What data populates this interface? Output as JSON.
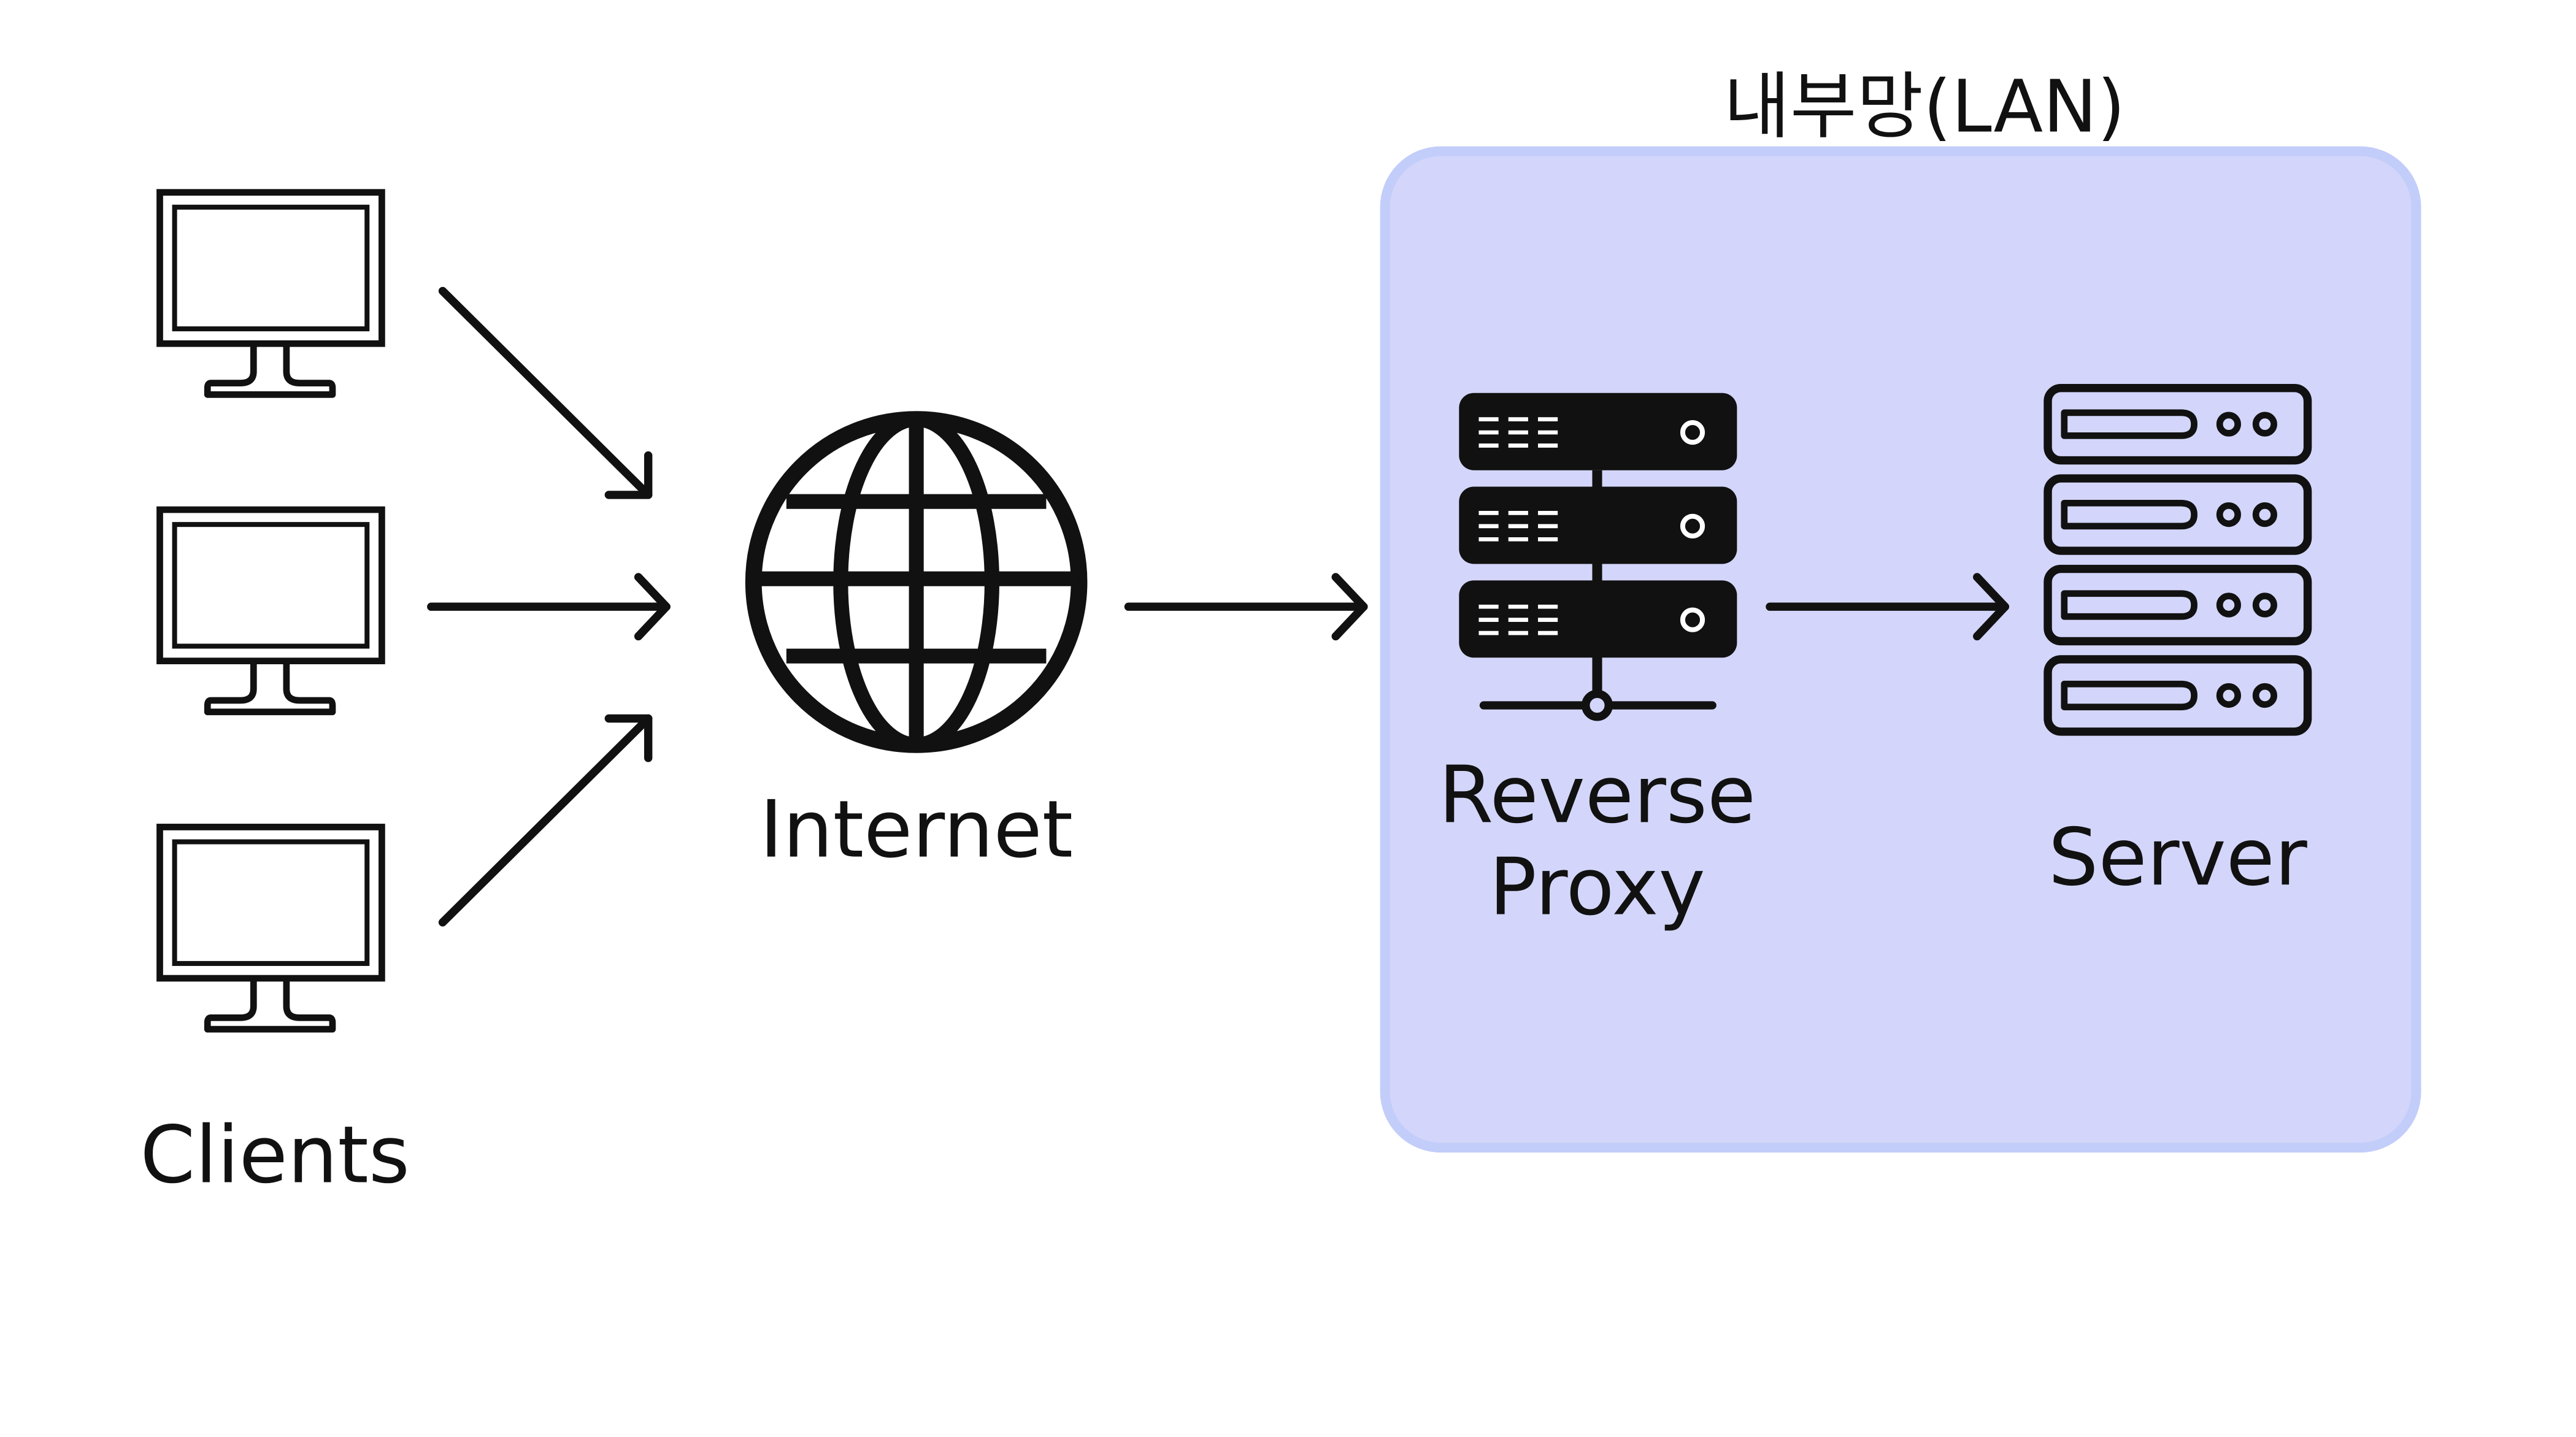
{
  "lan_group": {
    "title": "내부망(LAN)",
    "fill_color": "#d3d6fa",
    "border_color": "#c3cdfa"
  },
  "clients": {
    "label": "Clients",
    "icon": "desktop-monitor-icon",
    "count": 3
  },
  "internet": {
    "label": "Internet",
    "icon": "globe-icon"
  },
  "reverse_proxy": {
    "label_line1": "Reverse",
    "label_line2": "Proxy",
    "icon": "network-server-rack-icon"
  },
  "server": {
    "label": "Server",
    "icon": "server-rack-icon"
  },
  "colors": {
    "stroke": "#111111",
    "background": "#ffffff"
  }
}
